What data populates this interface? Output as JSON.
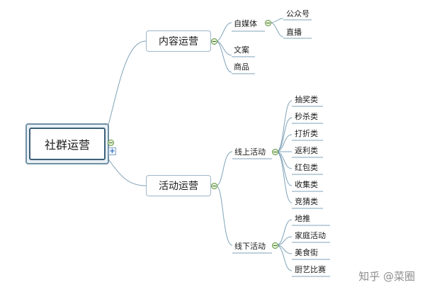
{
  "diagram": {
    "root": "社群运营",
    "branches": [
      {
        "label": "内容运营",
        "children": [
          {
            "label": "自媒体",
            "children": [
              "公众号",
              "直播"
            ]
          },
          {
            "label": "文案"
          },
          {
            "label": "商品"
          }
        ]
      },
      {
        "label": "活动运营",
        "children": [
          {
            "label": "线上活动",
            "children": [
              "抽奖类",
              "秒杀类",
              "打折类",
              "返利类",
              "红包类",
              "收集类",
              "竞猜类"
            ]
          },
          {
            "label": "线下活动",
            "children": [
              "地推",
              "家庭活动",
              "美食街",
              "厨艺比赛"
            ]
          }
        ]
      }
    ],
    "controls": {
      "collapse": "collapse-icon",
      "expand": "plus-icon"
    }
  },
  "watermark": "知乎 @菜圈",
  "colors": {
    "line": "#7fa3b8",
    "root_border": "#3d6078",
    "root_fill": "#e9f0f6",
    "toggle_fill": "#e4f3d8",
    "toggle_border": "#5d8e3a"
  }
}
